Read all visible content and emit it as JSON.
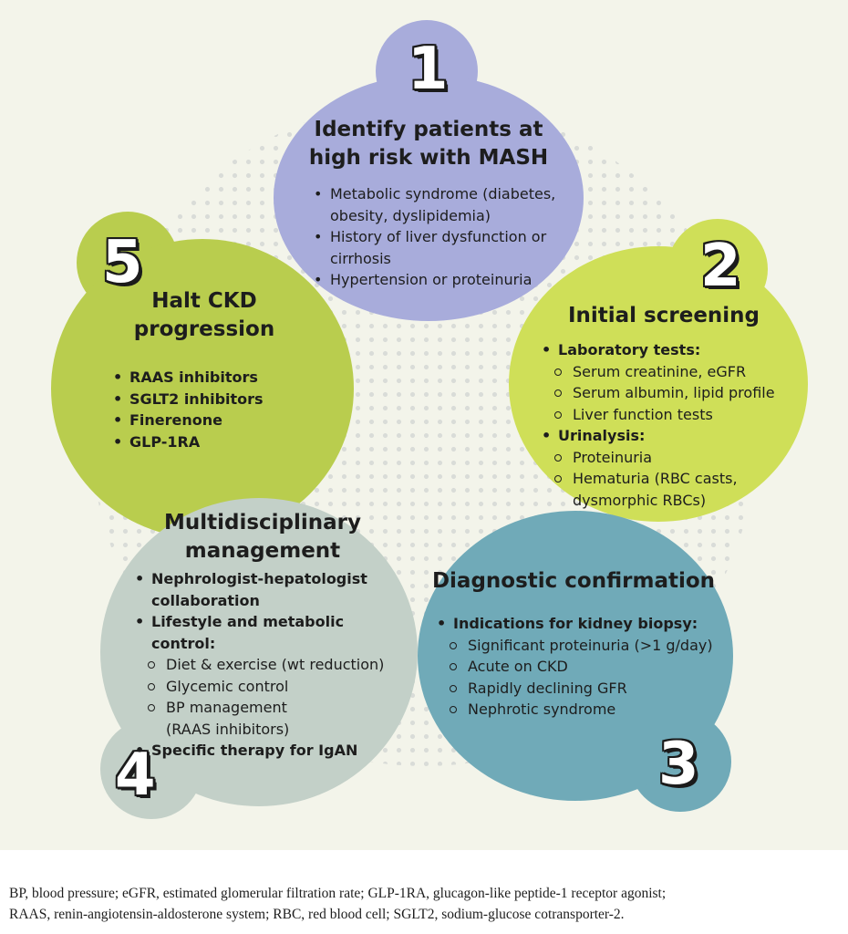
{
  "steps": [
    {
      "number": "1",
      "title_lines": [
        "Identify patients at",
        "high  risk with MASH"
      ],
      "items": [
        {
          "lines": [
            "Metabolic syndrome (diabetes,",
            "obesity, dyslipidemia)"
          ]
        },
        {
          "lines": [
            "History of liver dysfunction or",
            "cirrhosis"
          ]
        },
        {
          "lines": [
            "Hypertension or proteinuria"
          ]
        }
      ]
    },
    {
      "number": "2",
      "title_lines": [
        "Initial screening"
      ],
      "items": [
        {
          "label": "Laboratory tests:",
          "sub": [
            "Serum creatinine, eGFR",
            "Serum albumin, lipid profile",
            "Liver function tests"
          ]
        },
        {
          "label": "Urinalysis:",
          "sub": [
            "Proteinuria",
            "Hematuria (RBC casts,",
            "dysmorphic RBCs)"
          ]
        }
      ]
    },
    {
      "number": "3",
      "title_lines": [
        "Diagnostic confirmation"
      ],
      "items": [
        {
          "label": "Indications for kidney biopsy:",
          "sub": [
            "Significant proteinuria (>1 g/day)",
            "Acute on CKD",
            "Rapidly declining GFR",
            "Nephrotic syndrome"
          ]
        }
      ]
    },
    {
      "number": "4",
      "title_lines": [
        "Multidisciplinary",
        "management"
      ],
      "items": [
        {
          "lines": [
            "Nephrologist-hepatologist",
            "collaboration"
          ]
        },
        {
          "label": "Lifestyle and metabolic control:",
          "sub": [
            "Diet & exercise (wt reduction)",
            "Glycemic control",
            "BP management",
            "(RAAS inhibitors)"
          ]
        },
        {
          "lines": [
            "Specific therapy for IgAN"
          ]
        }
      ]
    },
    {
      "number": "5",
      "title_lines": [
        "Halt CKD",
        "progression"
      ],
      "items": [
        {
          "lines": [
            "RAAS inhibitors"
          ]
        },
        {
          "lines": [
            "SGLT2 inhibitors"
          ]
        },
        {
          "lines": [
            "Finerenone"
          ]
        },
        {
          "lines": [
            "GLP-1RA"
          ]
        }
      ]
    }
  ],
  "footnote": {
    "line1": "BP, blood pressure; eGFR, estimated glomerular filtration rate; GLP-1RA, glucagon-like peptide-1 receptor agonist;",
    "line2": "RAAS, renin-angiotensin-aldosterone system; RBC, red blood cell; SGLT2, sodium-glucose cotransporter-2."
  },
  "colors": {
    "step1": "#a8acdb",
    "step2": "#cfdf58",
    "step3": "#70aab8",
    "step4": "#c3d0c8",
    "step5": "#b9cd4e",
    "background": "#f3f4ea"
  }
}
